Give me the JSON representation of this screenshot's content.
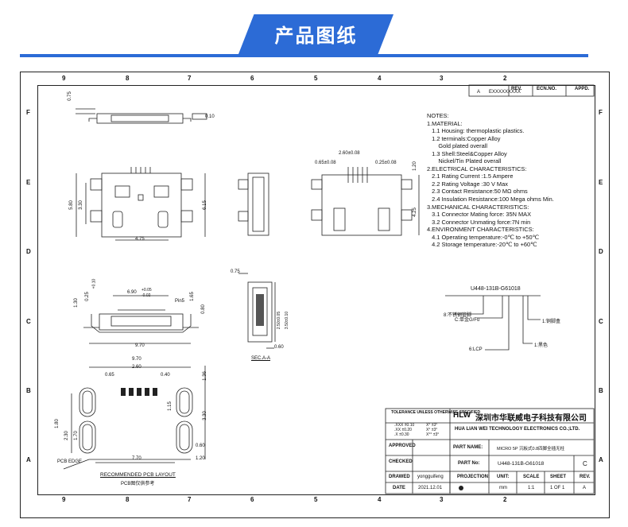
{
  "header": {
    "title": "产品图纸"
  },
  "zones": {
    "top": [
      "9",
      "8",
      "7",
      "6",
      "5",
      "4",
      "3",
      "2"
    ],
    "side": [
      "F",
      "E",
      "D",
      "C",
      "B",
      "A"
    ]
  },
  "revision": {
    "rev_label": "REV.",
    "ecn_label": "ECN.NO.",
    "appd_label": "APPD.",
    "rev": "A",
    "ecn": "EXXXXXXXXX"
  },
  "notes": {
    "text": "NOTES:\n1.MATERIAL:\n   1.1 Housing: thermoplastic plastics.\n   1.2 terminals:Copper Alloy\n       Gold plated overall\n   1.3 Shell:Steel&Copper Alloy\n       Nickel/Tin Plated overall\n2.ELECTRICAL CHARACTERISTICS:\n   2.1 Rating Current :1.5 Ampere\n   2.2 Rating Voltage :30 V Max\n   2.3 Contact Resistance:50 MΩ ohms\n   2.4 Insulation Resistance:100 Mega ohms Min.\n3.MECHANICAL CHARACTERISTICS:\n   3.1 Connector Mating force: 35N MAX\n   3.2 Connector Unmating force:7N min\n4.ENVIRONMENT CHARACTERISTICS:\n   4.1 Operating temperature:-0℃ to +50℃\n   4.2 Storage temperature:-20℃ to +60℃"
  },
  "part_code": {
    "code": "U448-131B-G61018",
    "l8": "8:不锈钢管脚",
    "l7": "C:单金G/Fu",
    "l6": "6:LCP",
    "l1a": "1:铜脚盒",
    "l1b": "1:黑色"
  },
  "dims": {
    "d075": "0.75",
    "d010": "0.10",
    "d260": "2.60±0.08",
    "d065": "0.65±0.08",
    "d025": "0.25±0.08",
    "d120": "1.20",
    "d425": "4.25",
    "d580": "5.80",
    "d330": "3.30",
    "d615": "6.15",
    "d475": "4.75",
    "d690": "6.90",
    "d690b": "+0.05",
    "d690c": "-0.02",
    "pin5": "Pin5",
    "d970": "9.70",
    "d130": "1.30",
    "d025b": "0.25",
    "d010b": "+0.10",
    "d080": "0.80",
    "d165": "1.65",
    "d075b": "0.75",
    "d060": "0.60",
    "d250": "2.50±0.05",
    "d350": "3.50±0.10",
    "section": "SEC.A-A",
    "p970": "9.70",
    "p065": "0.65",
    "p260": "2.60",
    "p040": "0.40",
    "p136": "1.36",
    "p115": "1.15",
    "p330": "3.30",
    "p180": "1.80",
    "p230": "2.30",
    "p170": "1.70",
    "p770": "7.70",
    "p120": "1.20",
    "p060": "0.60",
    "pcb_edge": "PCB EDGE",
    "pcb_title": "RECOMMENDED PCB LAYOUT",
    "pcb_title_cn": "PCB图仅供参考"
  },
  "title_block": {
    "tol_title": "TOLERANCE UNLESS OTHERWISE SPECIFIED",
    "tol_rows": [
      ".XXX ±0.10",
      ".XX ±0.20",
      ".X ±0.30"
    ],
    "tol_ang": [
      "X° ±3°",
      "X° ±3°",
      "X°° ±3°"
    ],
    "company_logo": "HLW",
    "company_cn": "深圳市华联威电子科技有限公司",
    "company_en": "HUA LIAN WEI TECHNOLOGY ELECTRONICS CO.;LTD.",
    "approved": "APPROVED",
    "part_name_label": "PART NAME:",
    "part_name": "MICRO 5P 沉板式0.8四脚全插无柱",
    "checked": "CHECKED",
    "part_no_label": "PART No:",
    "part_no": "U448-131B-G61018",
    "part_rev": "C",
    "drawn": "DRAWED",
    "drawn_by": "yongguifeng",
    "unit_label": "UNIT:",
    "scale_label": "SCALE",
    "sheet_label": "SHEET",
    "rev_label": "REV.",
    "date_label": "DATE",
    "date": "2021.12.01",
    "projection_label": "PROJECTION:",
    "unit": "mm",
    "scale": "1:1",
    "sheet": "1 OF 1",
    "rev": "A"
  }
}
